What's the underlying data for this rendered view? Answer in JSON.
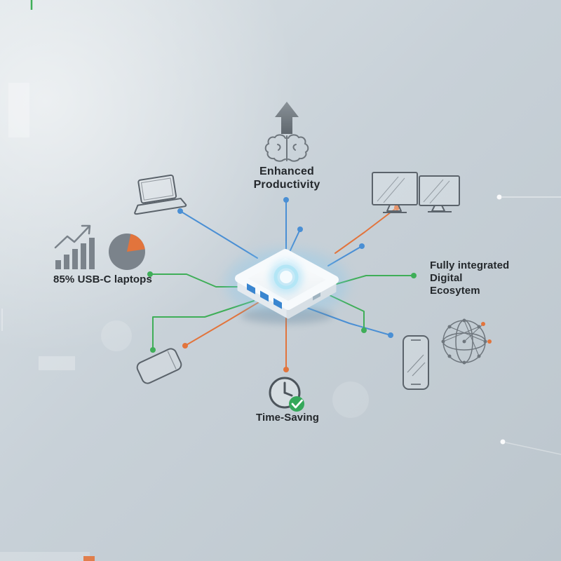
{
  "diagram": {
    "subject": "usb-c-hub-ecosystem",
    "labels": {
      "productivity_line1": "Enhanced",
      "productivity_line2": "Productivity",
      "laptops_stat": "85% USB-C laptops",
      "ecosystem_line1": "Fully integrated",
      "ecosystem_line2": "Digital",
      "ecosystem_line3": "Ecosytem",
      "time_saving": "Time-Saving"
    },
    "colors": {
      "line_blue": "#4a8fd4",
      "line_orange": "#e2743c",
      "line_green": "#3fae58",
      "icon_gray": "#5b636b",
      "text_dark": "#24282c",
      "hub_glow": "#8cd2f0",
      "port_blue": "#3a86d0",
      "check_green": "#35a85a"
    },
    "icons": [
      "arrow-up-icon",
      "brain-icon",
      "laptop-icon",
      "dual-monitors-icon",
      "bar-chart-icon",
      "pie-chart-icon",
      "network-globe-icon",
      "smartphone-tilted-icon",
      "smartphone-icon",
      "clock-icon",
      "check-icon",
      "hub-device"
    ]
  }
}
